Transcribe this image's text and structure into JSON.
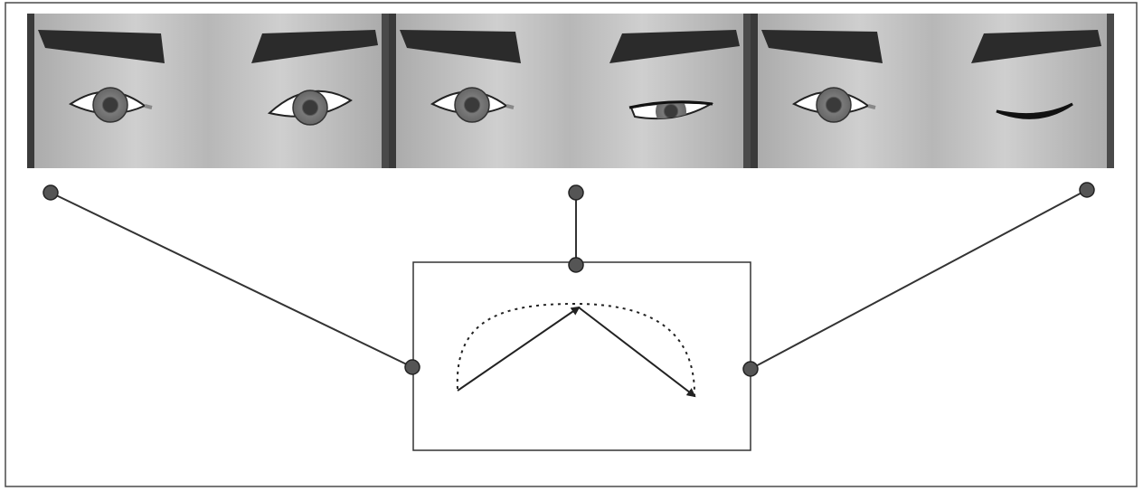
{
  "figure": {
    "panels": [
      {
        "id": "eyes-open",
        "left_eye": "open",
        "right_eye": "open"
      },
      {
        "id": "eyes-half-closed",
        "left_eye": "open",
        "right_eye": "half-closed"
      },
      {
        "id": "eyes-wink",
        "left_eye": "open",
        "right_eye": "closed"
      }
    ],
    "interpolation_box": {
      "arrows": 2,
      "arc_style": "dotted"
    },
    "colors": {
      "line": "#333333",
      "node_fill": "#555555",
      "skin": "#bdbdbd",
      "brow": "#2a2a2a",
      "iris": "#6e6e6e"
    }
  }
}
